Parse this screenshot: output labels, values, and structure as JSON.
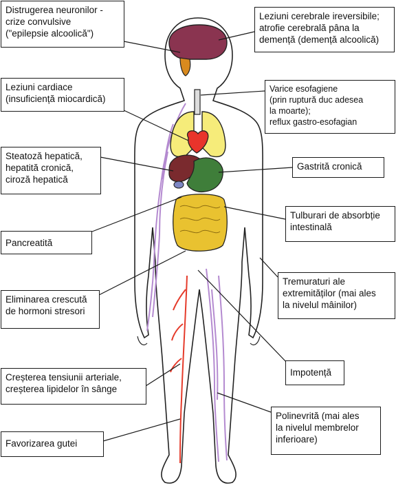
{
  "colors": {
    "outline": "#222222",
    "brain": "#8a3450",
    "cerebellum": "#d98a1e",
    "lungs": "#f6ec7a",
    "heart": "#e8342b",
    "liver": "#7a2a2e",
    "stomach": "#3f7e3a",
    "intestine": "#e9c230",
    "gallbladder": "#7d86c4",
    "veins": "#b48ad0",
    "artery": "#e53a2a"
  },
  "labels": {
    "neurons": "Distrugerea neuronilor -\ncrize convulsive\n(\"epilepsie alcoolică\")",
    "brain": "Leziuni cerebrale ireversibile;\natrofie cerebrală pâna la\ndemență (demență alcoolică)",
    "heart": "Leziuni cardiace\n(insuficiență miocardică)",
    "esophagus": "Varice esofagiene\n(prin ruptură duc adesea\nla moarte);\nreflux gastro-esofagian",
    "liver": "Steatoză hepatică,\nhepatită cronică,\nciroză hepatică",
    "gastritis": "Gastrită cronică",
    "pancreas": "Pancreatită",
    "absorption": "Tulburari de absorbție\nintestinală",
    "hormones": "Eliminarea crescută\nde hormoni stresori",
    "tremors": "Tremuraturi ale\nextremităților (mai ales\nla nivelul mâinilor)",
    "impotence": "Impotență",
    "pressure": "Creșterea tensiunii arteriale,\ncreșterea lipidelor în sânge",
    "polyneuritis": "Polinevrită (mai ales\nla nivelul membrelor\ninferioare)",
    "gout": "Favorizarea gutei"
  }
}
